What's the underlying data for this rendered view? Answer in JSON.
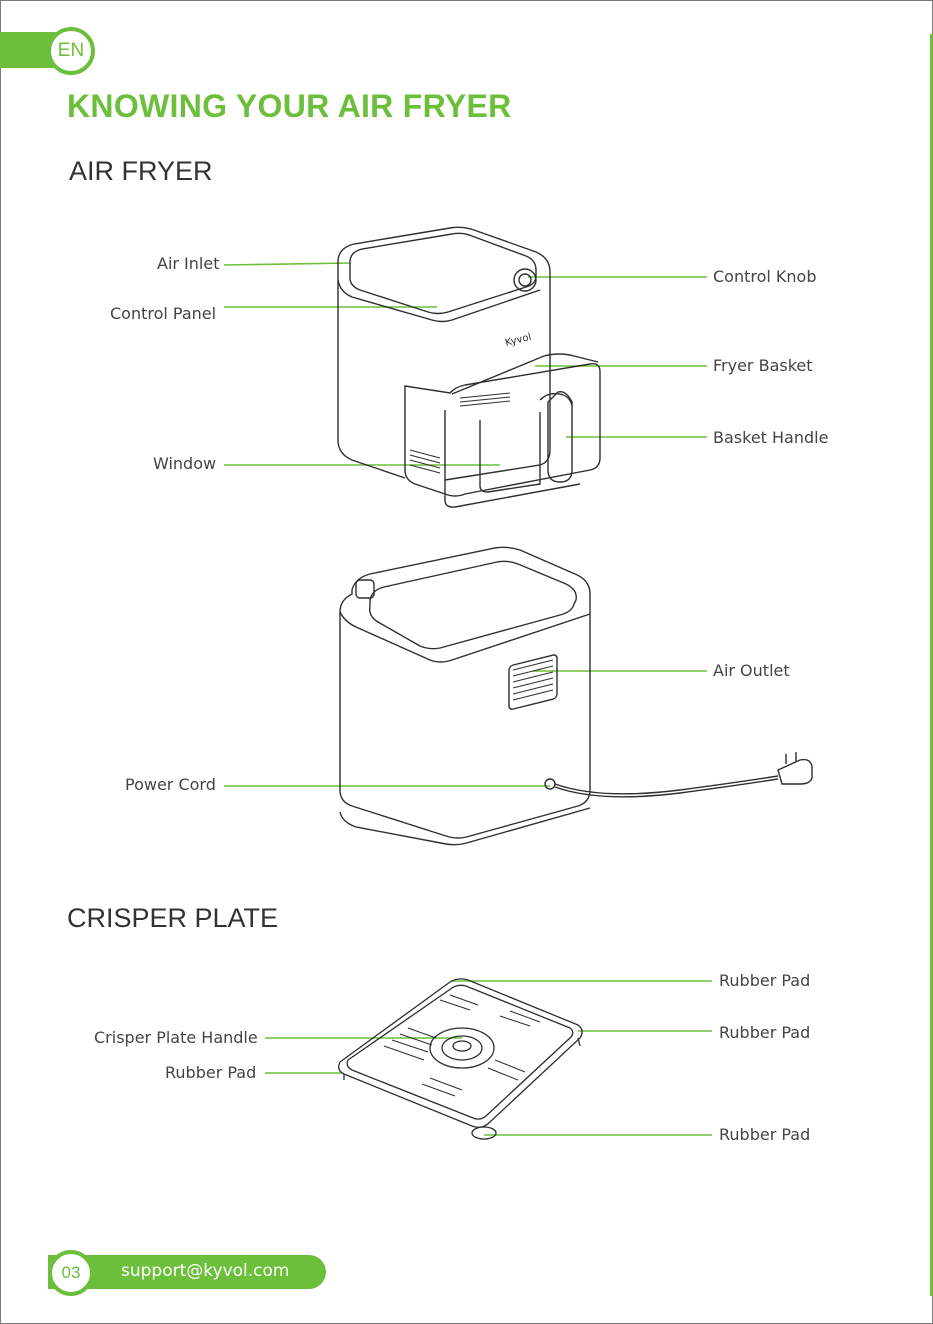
{
  "header": {
    "lang": "EN",
    "title": "KNOWING YOUR AIR FRYER"
  },
  "sections": {
    "air_fryer": {
      "title": "AIR FRYER",
      "labels": {
        "air_inlet": "Air Inlet",
        "control_panel": "Control Panel",
        "window": "Window",
        "control_knob": "Control Knob",
        "fryer_basket": "Fryer Basket",
        "basket_handle": "Basket Handle",
        "air_outlet": "Air Outlet",
        "power_cord": "Power Cord"
      },
      "brand": "Kyvol"
    },
    "crisper_plate": {
      "title": "CRISPER PLATE",
      "labels": {
        "crisper_plate_handle": "Crisper Plate Handle",
        "rubber_pad_left": "Rubber Pad",
        "rubber_pad_top": "Rubber Pad",
        "rubber_pad_right": "Rubber Pad",
        "rubber_pad_bottom": "Rubber Pad"
      }
    }
  },
  "footer": {
    "page": "03",
    "email": "support@kyvol.com"
  },
  "colors": {
    "accent": "#6cbf3a",
    "text": "#333333",
    "line_art": "#2f2f2f"
  }
}
